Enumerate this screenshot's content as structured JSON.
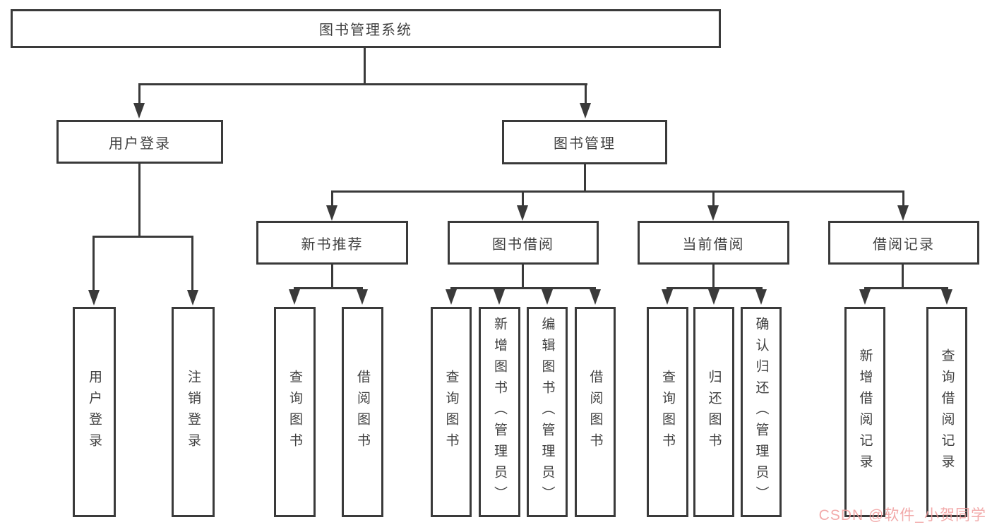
{
  "colors": {
    "line": "#3a3a3a",
    "text": "#404040",
    "watermark": "#f09c9c",
    "background": "#ffffff"
  },
  "watermark": "CSDN @软件_小贺同学",
  "tree": {
    "root": "图书管理系统",
    "branches": [
      {
        "label": "用户登录",
        "children": [
          "用户登录",
          "注销登录"
        ]
      },
      {
        "label": "图书管理",
        "groups": [
          {
            "label": "新书推荐",
            "children": [
              "查询图书",
              "借阅图书"
            ]
          },
          {
            "label": "图书借阅",
            "children": [
              "查询图书",
              "新增图书（管理员）",
              "编辑图书（管理员）",
              "借阅图书"
            ]
          },
          {
            "label": "当前借阅",
            "children": [
              "查询图书",
              "归还图书",
              "确认归还（管理员）"
            ]
          },
          {
            "label": "借阅记录",
            "children": [
              "新增借阅记录",
              "查询借阅记录"
            ]
          }
        ]
      }
    ]
  }
}
